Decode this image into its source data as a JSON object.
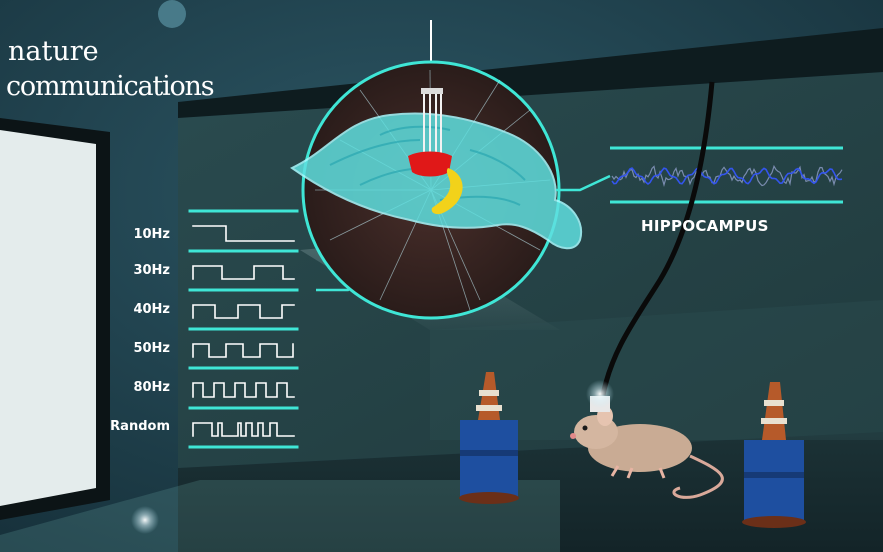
{
  "brand": {
    "line1": "nature",
    "line2": "communications"
  },
  "stimulation_labels": [
    "10Hz",
    "30Hz",
    "40Hz",
    "50Hz",
    "80Hz",
    "Random"
  ],
  "region_label": "HIPPOCAMPUS",
  "colors": {
    "background": "#1f3a44",
    "accent_cyan": "#3fe6d6",
    "brain_glow": "#5fe0e0",
    "hippocampus": "#f2d21a",
    "stimulation_site": "#e01818",
    "signal_blue": "#3355ee"
  }
}
